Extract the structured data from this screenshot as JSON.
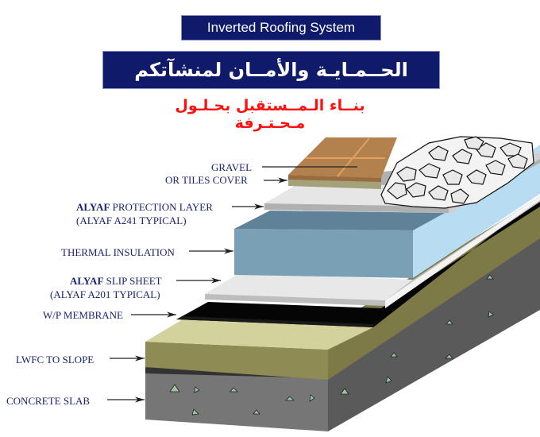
{
  "header": {
    "title": "Inverted Roofing System",
    "arabic_banner": "الحــمـايـة والأمــان لمنشآتكم",
    "arabic_subtitle": "بنــاء الـمــستقبل بحـلـول مـحـتـرفة"
  },
  "colors": {
    "banner_bg": "#0f1a6b",
    "subtitle_red": "#ff1010",
    "label_blue": "#1a2370"
  },
  "layers": [
    {
      "id": "gravel",
      "lines": [
        {
          "brand": "",
          "text": "GRAVEL"
        },
        {
          "brand": "",
          "text": "OR TILES COVER"
        }
      ]
    },
    {
      "id": "protection",
      "lines": [
        {
          "brand": "ALYAF",
          "text": " PROTECTION LAYER"
        },
        {
          "brand": "",
          "text": "(ALYAF A241 TYPICAL)"
        }
      ]
    },
    {
      "id": "insulation",
      "lines": [
        {
          "brand": "",
          "text": "THERMAL INSULATION"
        }
      ]
    },
    {
      "id": "slip-sheet",
      "lines": [
        {
          "brand": "ALYAF",
          "text": " SLIP SHEET"
        },
        {
          "brand": "",
          "text": "(ALYAF A201 TYPICAL)"
        }
      ]
    },
    {
      "id": "membrane",
      "lines": [
        {
          "brand": "",
          "text": "W/P MEMBRANE"
        }
      ]
    },
    {
      "id": "lwfc",
      "lines": [
        {
          "brand": "",
          "text": "LWFC TO SLOPE"
        }
      ]
    },
    {
      "id": "concrete",
      "lines": [
        {
          "brand": "",
          "text": "CONCRETE SLAB"
        }
      ]
    }
  ]
}
